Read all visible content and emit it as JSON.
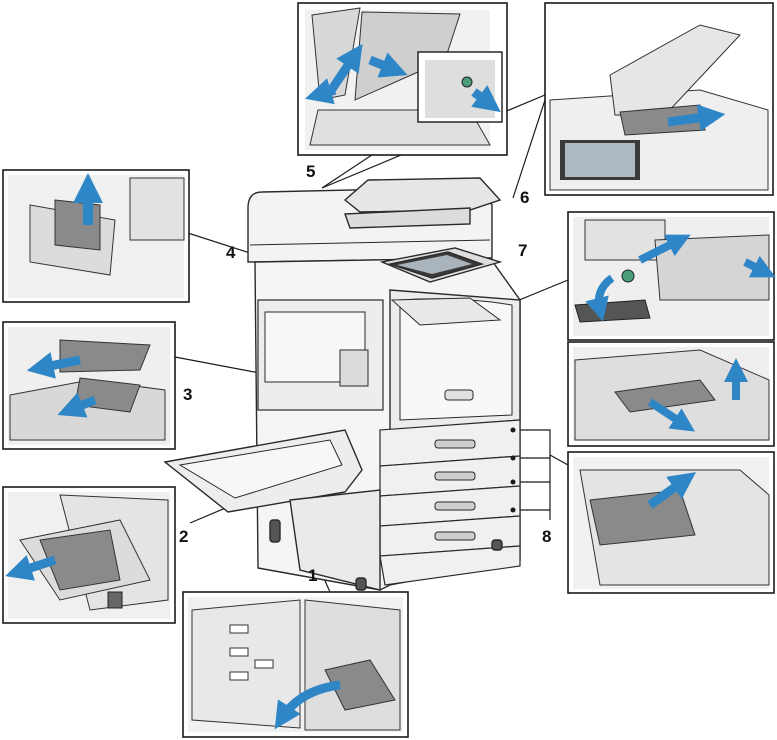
{
  "callouts": {
    "c1": "1",
    "c2": "2",
    "c3": "3",
    "c4": "4",
    "c5": "5",
    "c6": "6",
    "c7": "7",
    "c8": "8"
  },
  "colors": {
    "arrow": "#2f86c6",
    "line": "#1a1a1a",
    "paper": "#8a8a8a",
    "machine_light": "#f4f4f4",
    "machine_mid": "#d9d9d9",
    "machine_dark": "#3a3a3a"
  },
  "icons": {
    "arrow": "blue-direction-arrow",
    "jam": "jammed-paper-sheet"
  }
}
